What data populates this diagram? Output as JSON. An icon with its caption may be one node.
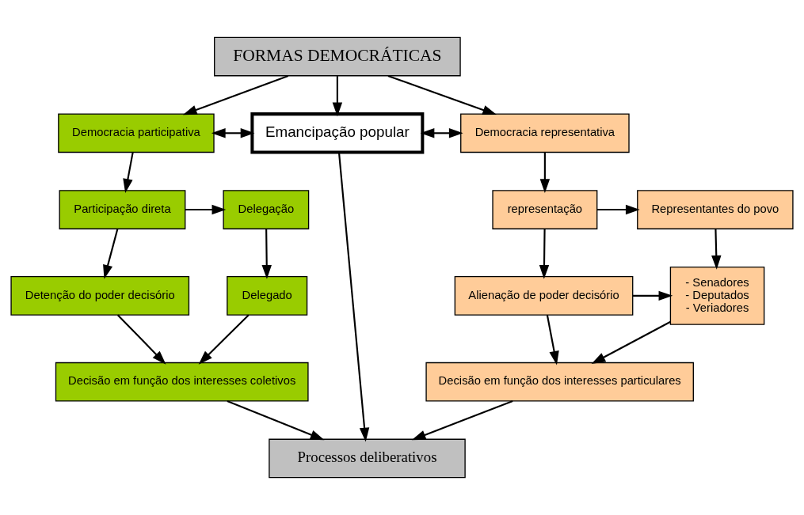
{
  "diagram": {
    "nodes": [
      {
        "text": [
          "FORMAS DEMOCRÁTICAS"
        ]
      },
      {
        "text": [
          "Democracia participativa"
        ]
      },
      {
        "text": [
          "Emancipação popular"
        ]
      },
      {
        "text": [
          "Democracia representativa"
        ]
      },
      {
        "text": [
          "Participação direta"
        ]
      },
      {
        "text": [
          "Delegação"
        ]
      },
      {
        "text": [
          "Detenção do poder decisório"
        ]
      },
      {
        "text": [
          "Delegado"
        ]
      },
      {
        "text": [
          "Decisão em função dos interesses coletivos"
        ]
      },
      {
        "text": [
          "representação"
        ]
      },
      {
        "text": [
          "Representantes do povo"
        ]
      },
      {
        "text": [
          "Alienação de poder decisório"
        ]
      },
      {
        "text": [
          "- Senadores",
          "- Deputados",
          "- Veriadores"
        ]
      },
      {
        "text": [
          "Decisão em função dos interesses particulares"
        ]
      },
      {
        "text": [
          "Processos deliberativos"
        ]
      }
    ],
    "edges": [
      {
        "from": 0,
        "to": 1,
        "arrow": "to"
      },
      {
        "from": 0,
        "to": 2,
        "arrow": "to"
      },
      {
        "from": 0,
        "to": 3,
        "arrow": "to"
      },
      {
        "from": 1,
        "to": 2,
        "arrow": "both"
      },
      {
        "from": 2,
        "to": 3,
        "arrow": "both"
      },
      {
        "from": 1,
        "to": 4,
        "arrow": "to"
      },
      {
        "from": 4,
        "to": 5,
        "arrow": "to"
      },
      {
        "from": 4,
        "to": 6,
        "arrow": "to"
      },
      {
        "from": 5,
        "to": 7,
        "arrow": "to"
      },
      {
        "from": 6,
        "to": 8,
        "arrow": "to"
      },
      {
        "from": 7,
        "to": 8,
        "arrow": "to"
      },
      {
        "from": 2,
        "to": 14,
        "arrow": "to"
      },
      {
        "from": 3,
        "to": 9,
        "arrow": "to"
      },
      {
        "from": 9,
        "to": 10,
        "arrow": "to"
      },
      {
        "from": 9,
        "to": 11,
        "arrow": "to"
      },
      {
        "from": 10,
        "to": 12,
        "arrow": "to"
      },
      {
        "from": 11,
        "to": 12,
        "arrow": "to"
      },
      {
        "from": 11,
        "to": 13,
        "arrow": "to"
      },
      {
        "from": 12,
        "to": 13,
        "arrow": "to"
      },
      {
        "from": 8,
        "to": 14,
        "arrow": "to"
      },
      {
        "from": 13,
        "to": 14,
        "arrow": "to"
      }
    ]
  }
}
